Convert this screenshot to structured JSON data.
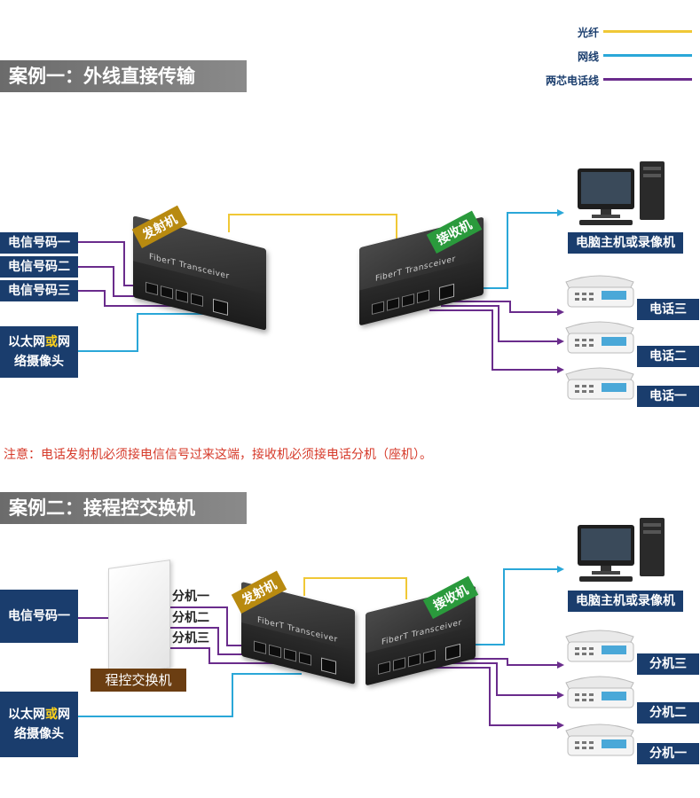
{
  "legend": {
    "fiber": {
      "label": "光纤",
      "color": "#f0c836"
    },
    "network": {
      "label": "网线",
      "color": "#2aa7d8"
    },
    "phone_wire": {
      "label": "两芯电话线",
      "color": "#6a2c8c"
    }
  },
  "case1": {
    "title": "案例一：外线直接传输",
    "inputs": [
      "电信号码一",
      "电信号码二",
      "电信号码三"
    ],
    "ethernet_input": {
      "line1_a": "以太网",
      "line1_or": "或",
      "line1_b": "网",
      "line2": "络摄像头"
    },
    "transmitter_badge": "发射机",
    "receiver_badge": "接收机",
    "device_label": "FiberT Transceiver",
    "computer_label": "电脑主机或录像机",
    "outputs": [
      "电话三",
      "电话二",
      "电话一"
    ]
  },
  "note": "注意：电话发射机必须接电信信号过来这端，接收机必须接电话分机（座机）。",
  "case2": {
    "title": "案例二：接程控交换机",
    "input": "电信号码一",
    "exchange_label": "程控交换机",
    "extensions": [
      "分机一",
      "分机二",
      "分机三"
    ],
    "ethernet_input": {
      "line1_a": "以太网",
      "line1_or": "或",
      "line1_b": "网",
      "line2": "络摄像头"
    },
    "transmitter_badge": "发射机",
    "receiver_badge": "接收机",
    "device_label": "FiberT Transceiver",
    "computer_label": "电脑主机或录像机",
    "outputs": [
      "分机三",
      "分机二",
      "分机一"
    ]
  }
}
